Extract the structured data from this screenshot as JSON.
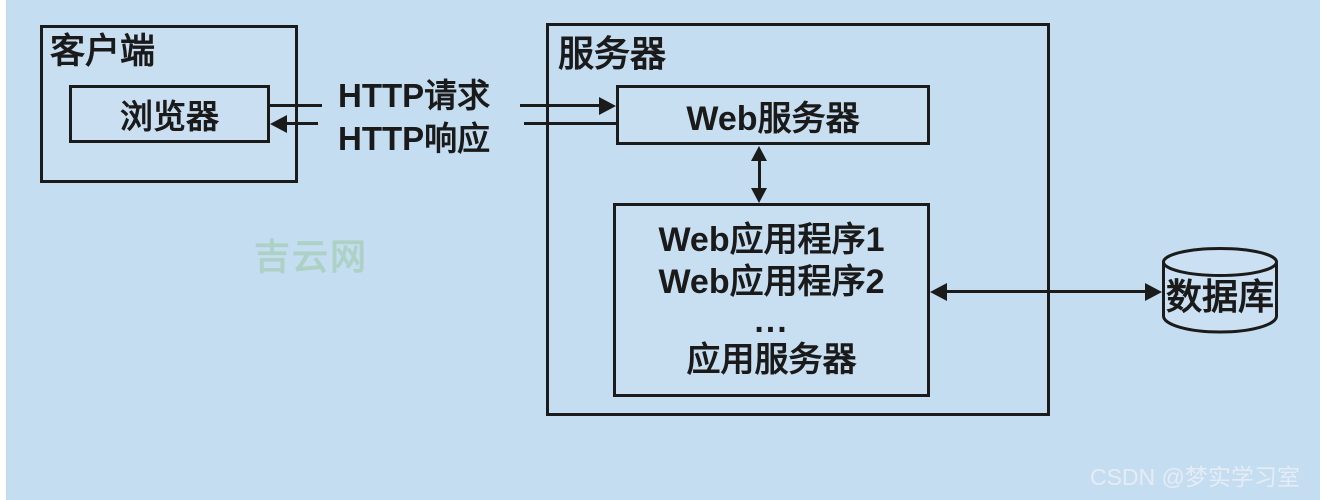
{
  "client": {
    "title": "客户端",
    "browser_label": "浏览器"
  },
  "connection": {
    "request_label": "HTTP请求",
    "response_label": "HTTP响应"
  },
  "server": {
    "title": "服务器",
    "web_server_label": "Web服务器",
    "app_server": {
      "line1": "Web应用程序1",
      "line2": "Web应用程序2",
      "ellipsis": "...",
      "line4": "应用服务器"
    }
  },
  "database": {
    "label": "数据库"
  },
  "watermarks": {
    "site_watermark": "吉云网",
    "csdn_watermark": "CSDN @梦实学习室"
  },
  "colors": {
    "background": "#c5ddf1",
    "stroke": "#1b1b1b",
    "site_watermark": "#a9cfbd",
    "csdn_watermark": "#e9eef5"
  }
}
